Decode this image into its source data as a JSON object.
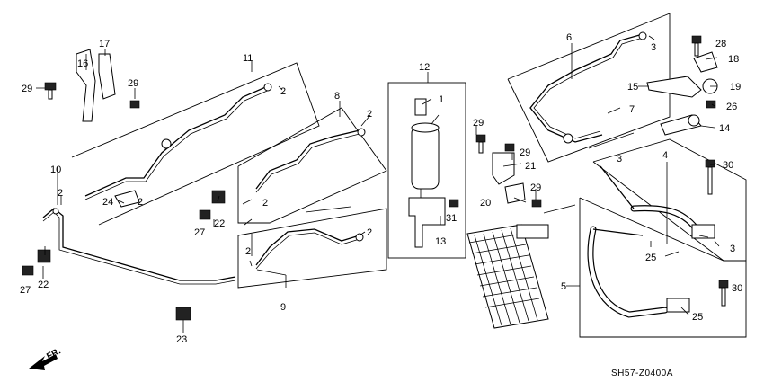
{
  "diagram": {
    "part_code": "SH57-Z0400A",
    "direction_label": "FR.",
    "callouts": {
      "c1": "1",
      "c2a": "2",
      "c2b": "2",
      "c2c": "2",
      "c2d": "2",
      "c2e": "2",
      "c2f": "2",
      "c2g": "2",
      "c3a": "3",
      "c3b": "3",
      "c3c": "3",
      "c4": "4",
      "c5": "5",
      "c6": "6",
      "c7": "7",
      "c8": "8",
      "c9": "9",
      "c10": "10",
      "c11": "11",
      "c12": "12",
      "c13": "13",
      "c14": "14",
      "c15": "15",
      "c16": "16",
      "c17": "17",
      "c18": "18",
      "c19": "19",
      "c20": "20",
      "c21": "21",
      "c22a": "22",
      "c22b": "22",
      "c23": "23",
      "c24": "24",
      "c25a": "25",
      "c25b": "25",
      "c26": "26",
      "c27a": "27",
      "c27b": "27",
      "c28": "28",
      "c29a": "29",
      "c29b": "29",
      "c29c": "29",
      "c29d": "29",
      "c29e": "29",
      "c30a": "30",
      "c30b": "30",
      "c31": "31"
    }
  }
}
